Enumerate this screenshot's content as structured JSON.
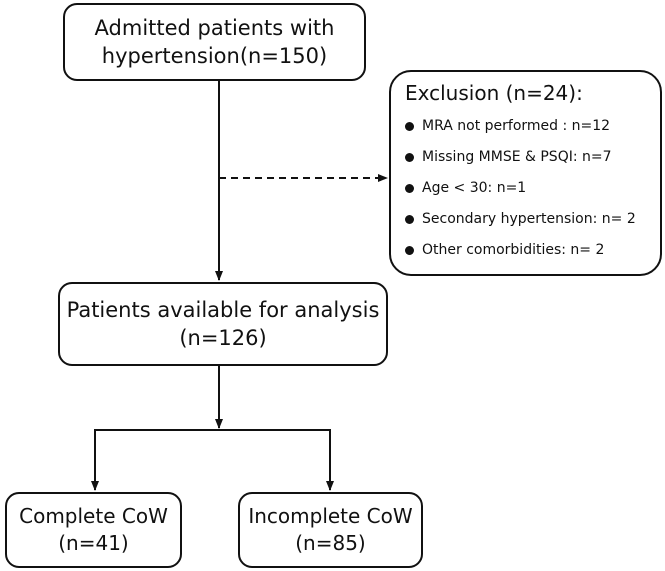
{
  "admitted": {
    "line1": "Admitted patients with",
    "line2": "hypertension(n=150)"
  },
  "exclusion": {
    "title": "Exclusion (n=24):",
    "items": [
      "MRA not performed : n=12",
      "Missing MMSE & PSQI: n=7",
      "Age < 30: n=1",
      "Secondary hypertension: n= 2",
      "Other comorbidities: n= 2"
    ]
  },
  "available": {
    "line1": "Patients available for analysis",
    "line2": "(n=126)"
  },
  "complete": {
    "line1": "Complete CoW",
    "line2": "(n=41)"
  },
  "incomplete": {
    "line1": "Incomplete CoW",
    "line2": "(n=85)"
  }
}
